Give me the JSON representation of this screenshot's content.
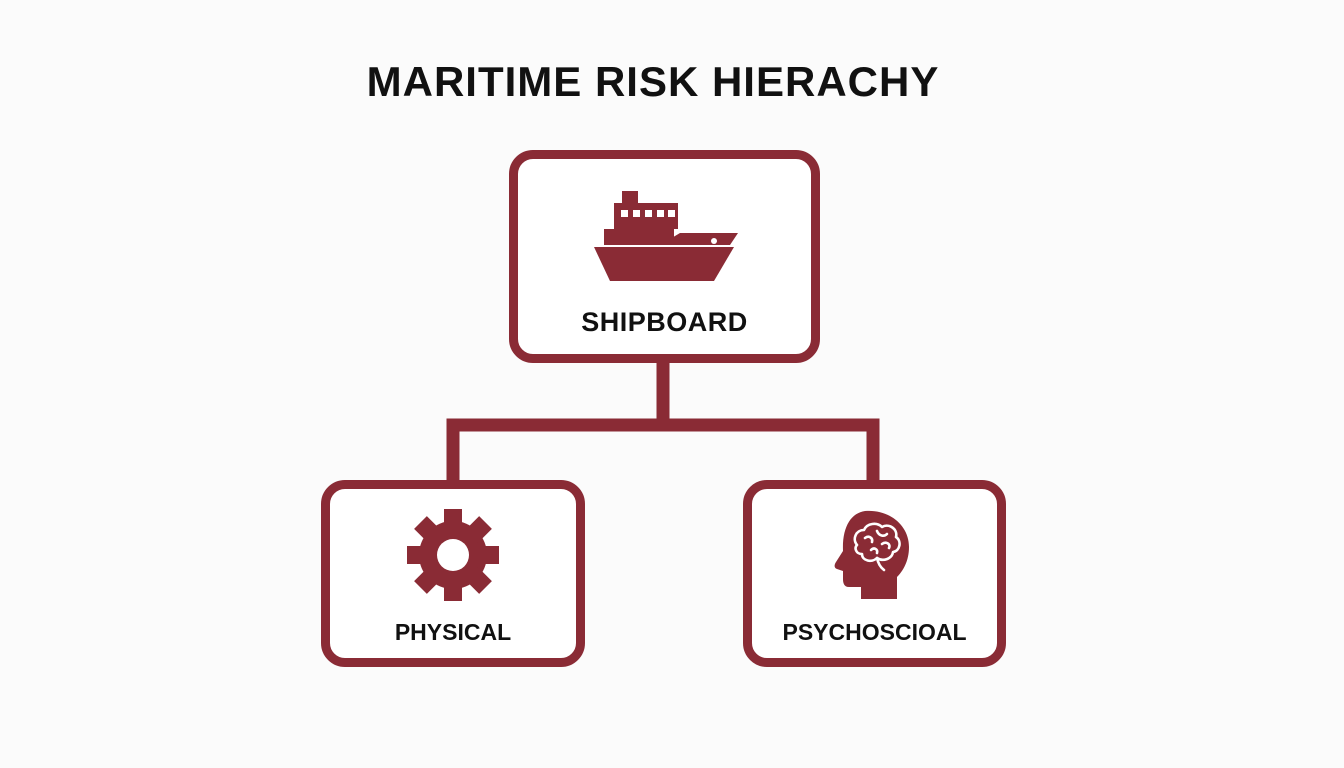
{
  "title": "MARITIME RISK HIERACHY",
  "colors": {
    "accent": "#8a2b35",
    "text": "#111111",
    "background": "#fbfbfb"
  },
  "nodes": {
    "root": {
      "label": "SHIPBOARD",
      "icon": "ship-icon"
    },
    "left": {
      "label": "PHYSICAL",
      "icon": "gear-icon"
    },
    "right": {
      "label": "PSYCHOSCIOAL",
      "icon": "head-brain-icon"
    }
  }
}
